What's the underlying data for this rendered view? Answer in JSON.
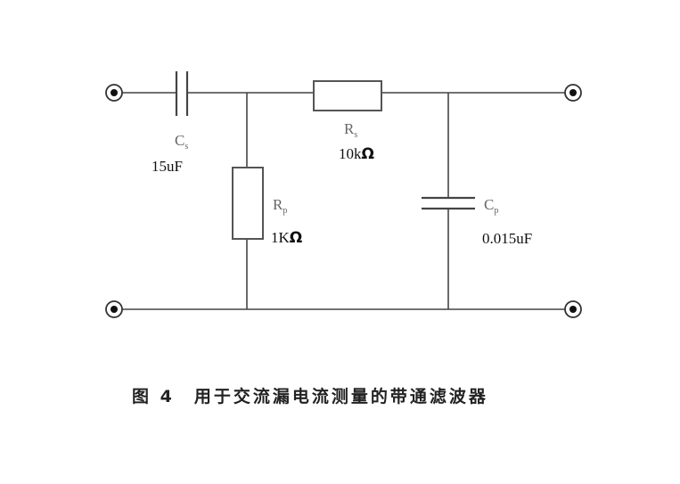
{
  "components": {
    "cs": {
      "symbol": "C",
      "sub": "s",
      "value": "15uF"
    },
    "rs": {
      "symbol": "R",
      "sub": "s",
      "value": "10k",
      "unit": "Ω"
    },
    "rp": {
      "symbol": "R",
      "sub": "p",
      "value": "1K",
      "unit": "Ω"
    },
    "cp": {
      "symbol": "C",
      "sub": "p",
      "value": "0.015uF"
    }
  },
  "caption": {
    "figure": "图 4",
    "text": "用于交流漏电流测量的带通滤波器"
  }
}
